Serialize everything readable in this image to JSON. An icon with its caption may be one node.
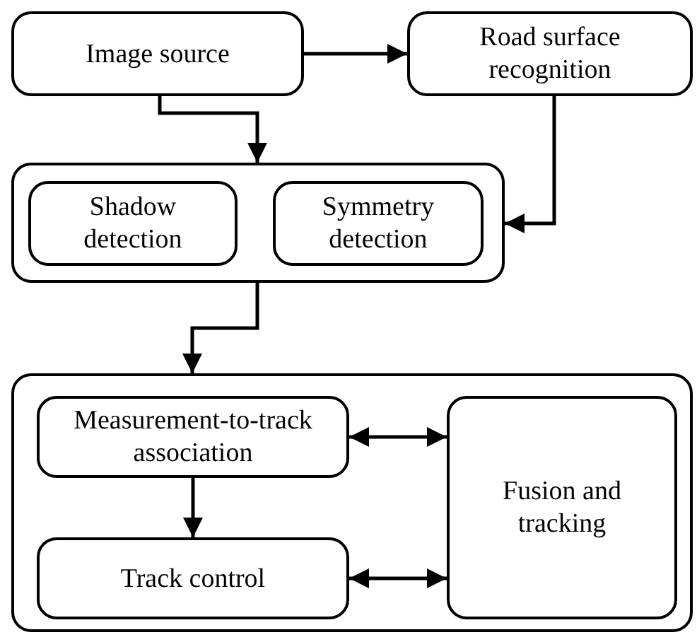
{
  "diagram": {
    "nodes": [
      {
        "text": [
          "Image source"
        ]
      },
      {
        "text": [
          "Road surface recognition"
        ]
      },
      {
        "text": [],
        "shape": "box"
      },
      {
        "text": [
          "Shadow detection"
        ],
        "in": 2
      },
      {
        "text": [
          "Symmetry detection"
        ],
        "in": 2
      },
      {
        "text": [],
        "shape": "box"
      },
      {
        "text": [
          "Measurement-to-track association"
        ],
        "in": 5
      },
      {
        "text": [
          "Track control"
        ],
        "in": 5
      },
      {
        "text": [
          "Fusion and tracking"
        ],
        "in": 5
      }
    ],
    "edges": [
      {
        "from": 0,
        "to": 1,
        "arrow": "to"
      },
      {
        "from": 0,
        "to": 2,
        "arrow": "to"
      },
      {
        "from": 1,
        "to": 2,
        "arrow": "to"
      },
      {
        "from": 2,
        "to": 5,
        "arrow": "to"
      },
      {
        "from": 6,
        "to": 7,
        "arrow": "to"
      },
      {
        "from": 6,
        "to": 8,
        "arrow": "both"
      },
      {
        "from": 7,
        "to": 8,
        "arrow": "both"
      }
    ]
  }
}
